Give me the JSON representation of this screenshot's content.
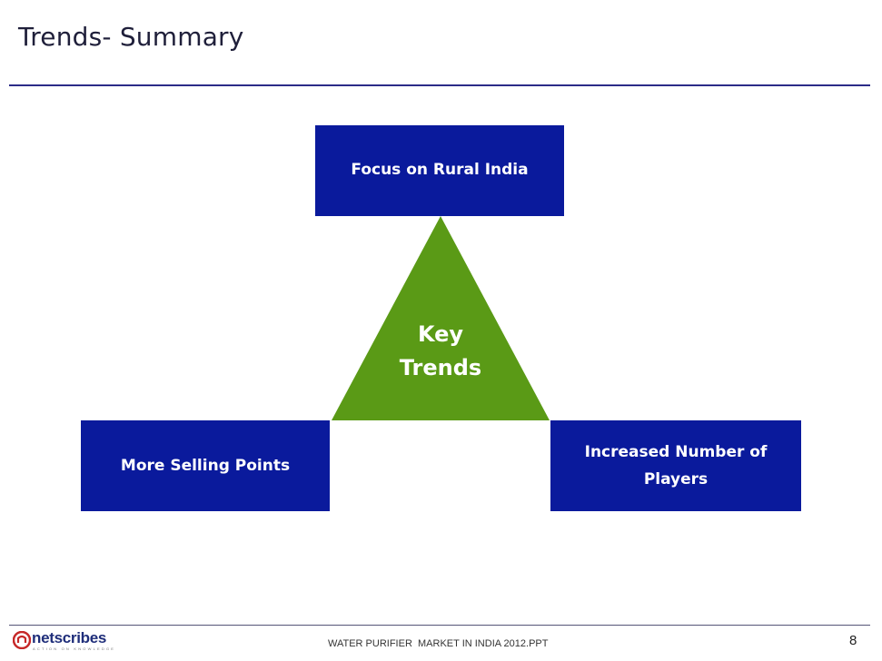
{
  "slide": {
    "title": "Trends- Summary"
  },
  "diagram": {
    "center": {
      "line1": "Key",
      "line2": "Trends",
      "color": "#5a9a16"
    },
    "box_color": "#0a1a9c",
    "boxes": {
      "top": "Focus on Rural India",
      "left": "More Selling Points",
      "right_line1": "Increased Number of",
      "right_line2": "Players"
    }
  },
  "footer": {
    "logo_text": "netscribes",
    "logo_tagline": "ACTION ON KNOWLEDGE",
    "document_title": "WATER PURIFIER  MARKET IN INDIA 2012.PPT",
    "page_number": "8"
  }
}
